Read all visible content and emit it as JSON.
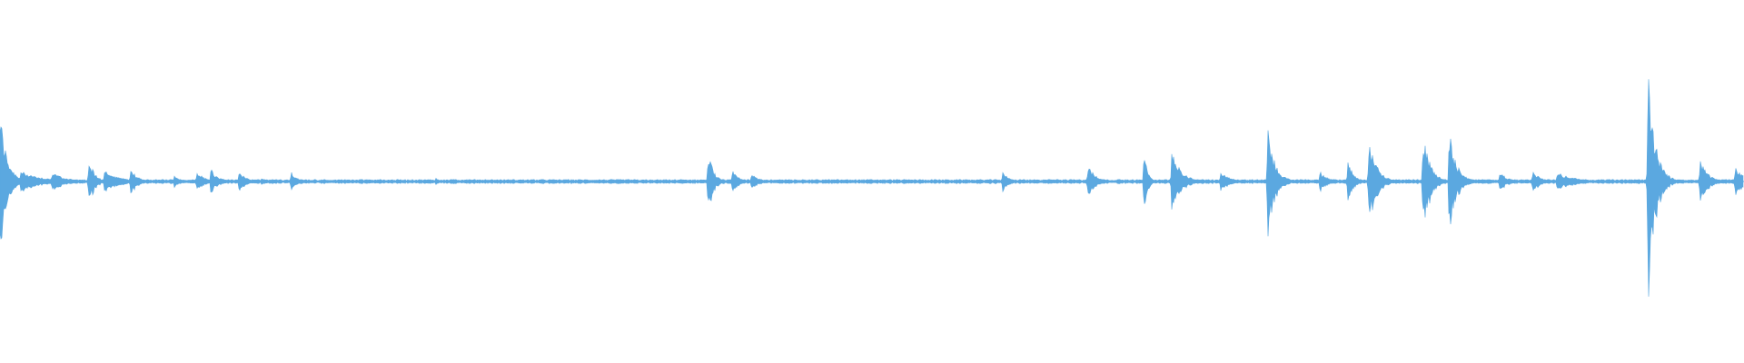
{
  "waveform": {
    "color": "#5BA8E0",
    "background": "#FFFFFF",
    "baseline_amplitude": 0.008,
    "transients": [
      {
        "t": 0.0,
        "amp": 0.4,
        "decay": 0.004
      },
      {
        "t": 0.012,
        "amp": 0.06,
        "decay": 0.012
      },
      {
        "t": 0.03,
        "amp": 0.05,
        "decay": 0.008
      },
      {
        "t": 0.051,
        "amp": 0.14,
        "decay": 0.003
      },
      {
        "t": 0.06,
        "amp": 0.06,
        "decay": 0.008
      },
      {
        "t": 0.075,
        "amp": 0.07,
        "decay": 0.004
      },
      {
        "t": 0.1,
        "amp": 0.03,
        "decay": 0.004
      },
      {
        "t": 0.113,
        "amp": 0.06,
        "decay": 0.004
      },
      {
        "t": 0.121,
        "amp": 0.07,
        "decay": 0.004
      },
      {
        "t": 0.137,
        "amp": 0.05,
        "decay": 0.005
      },
      {
        "t": 0.15,
        "amp": 0.02,
        "decay": 0.004
      },
      {
        "t": 0.167,
        "amp": 0.06,
        "decay": 0.003
      },
      {
        "t": 0.2,
        "amp": 0.01,
        "decay": 0.003
      },
      {
        "t": 0.25,
        "amp": 0.02,
        "decay": 0.003
      },
      {
        "t": 0.365,
        "amp": 0.01,
        "decay": 0.003
      },
      {
        "t": 0.406,
        "amp": 0.18,
        "decay": 0.003
      },
      {
        "t": 0.42,
        "amp": 0.06,
        "decay": 0.004
      },
      {
        "t": 0.431,
        "amp": 0.05,
        "decay": 0.004
      },
      {
        "t": 0.575,
        "amp": 0.06,
        "decay": 0.003
      },
      {
        "t": 0.602,
        "amp": 0.01,
        "decay": 0.003
      },
      {
        "t": 0.624,
        "amp": 0.1,
        "decay": 0.004
      },
      {
        "t": 0.656,
        "amp": 0.17,
        "decay": 0.002
      },
      {
        "t": 0.672,
        "amp": 0.18,
        "decay": 0.005
      },
      {
        "t": 0.7,
        "amp": 0.06,
        "decay": 0.005
      },
      {
        "t": 0.727,
        "amp": 0.3,
        "decay": 0.004
      },
      {
        "t": 0.757,
        "amp": 0.06,
        "decay": 0.004
      },
      {
        "t": 0.773,
        "amp": 0.12,
        "decay": 0.003
      },
      {
        "t": 0.785,
        "amp": 0.28,
        "decay": 0.004
      },
      {
        "t": 0.816,
        "amp": 0.28,
        "decay": 0.004
      },
      {
        "t": 0.831,
        "amp": 0.3,
        "decay": 0.004
      },
      {
        "t": 0.86,
        "amp": 0.06,
        "decay": 0.004
      },
      {
        "t": 0.879,
        "amp": 0.06,
        "decay": 0.004
      },
      {
        "t": 0.893,
        "amp": 0.05,
        "decay": 0.01
      },
      {
        "t": 0.945,
        "amp": 0.65,
        "decay": 0.004
      },
      {
        "t": 0.975,
        "amp": 0.13,
        "decay": 0.004
      },
      {
        "t": 0.995,
        "amp": 0.08,
        "decay": 0.006
      }
    ]
  }
}
